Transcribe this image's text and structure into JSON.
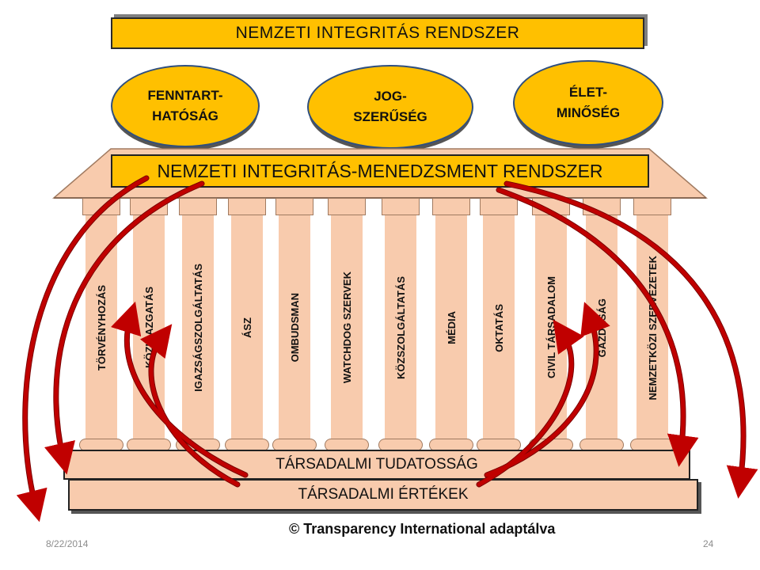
{
  "title": "NEMZETI INTEGRITÁS RENDSZER",
  "ovals": [
    {
      "label": "FENNTART-\nHATÓSÁG"
    },
    {
      "label": "JOG-\nSZERŰSÉG"
    },
    {
      "label": "ÉLET-\nMINŐSÉG"
    }
  ],
  "management": "NEMZETI INTEGRITÁS-MENEDZSMENT RENDSZER",
  "pillars": [
    "TÖRVÉNYHOZÁS",
    "KÖZIGAZGATÁS",
    "IGAZSÁGSZOLGÁLTATÁS",
    "ÁSZ",
    "OMBUDSMAN",
    "WATCHDOG SZERVEK",
    "KÖZSZOLGÁLTATÁS",
    "MÉDIA",
    "OKTATÁS",
    "CIVIL TÁRSADALOM",
    "GAZDASÁG",
    "NEMZETKÖZI SZERVEZETEK"
  ],
  "base_upper": "TÁRSADALMI  TUDATOSSÁG",
  "base_lower": "TÁRSADALMI  ÉRTÉKEK",
  "credit": "©  Transparency International  adaptálva",
  "date": "8/22/2014",
  "page_number": "24",
  "colors": {
    "gold": "#ffc000",
    "peach": "#f8cbad",
    "arrow": "#c00000",
    "oval_border": "#2f4f7f"
  }
}
